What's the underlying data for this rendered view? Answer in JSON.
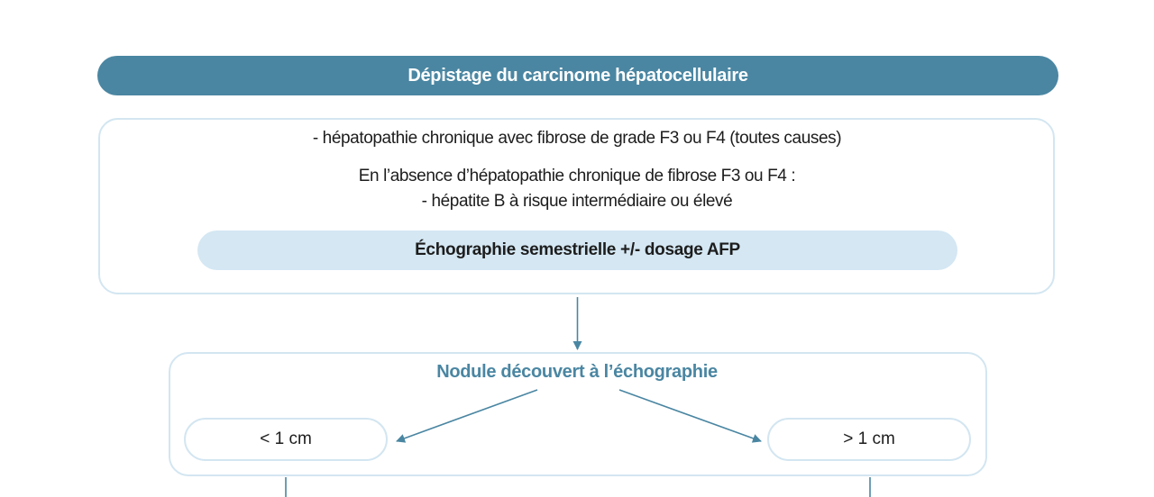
{
  "header": {
    "title": "Dépistage du carcinome hépatocellulaire"
  },
  "criteria": {
    "line1": "-  hépatopathie chronique avec fibrose de grade F3 ou F4 (toutes causes)",
    "line2": "En l’absence d’hépatopathie chronique de fibrose F3 ou F4 :",
    "line3": "- hépatite B à risque intermédiaire ou élevé"
  },
  "screening": {
    "label": "Échographie semestrielle +/- dosage AFP"
  },
  "nodule": {
    "title": "Nodule découvert à l’échographie",
    "left_label": "< 1 cm",
    "right_label": "> 1 cm"
  },
  "colors": {
    "accent": "#4a86a2",
    "light": "#d4e7f3",
    "border": "#d3e6f1",
    "text": "#1d1d1d"
  }
}
